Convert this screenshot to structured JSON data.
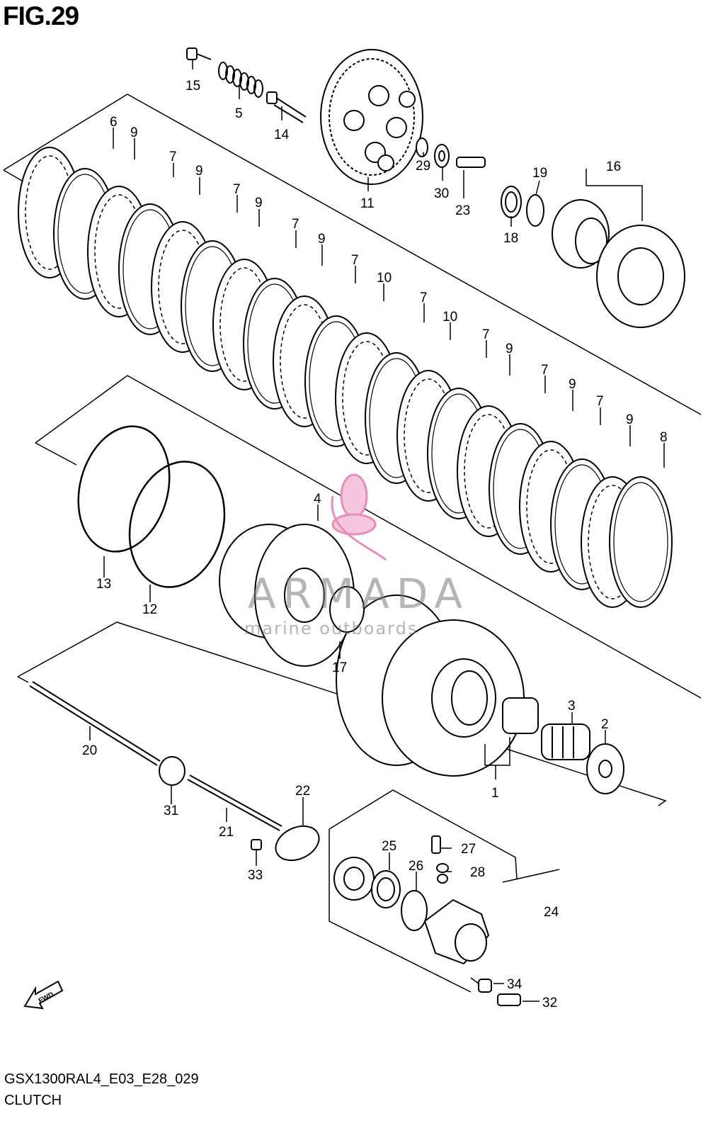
{
  "figure": {
    "title": "FIG.29",
    "model_code": "GSX1300RAL4_E03_E28_029",
    "name": "CLUTCH"
  },
  "watermark": {
    "brand": "ARMADA",
    "tagline": "marine outboards",
    "color": "#e58fb8"
  },
  "fwd_label": "FWD",
  "callouts": [
    {
      "id": "c15",
      "label": "15"
    },
    {
      "id": "c5",
      "label": "5"
    },
    {
      "id": "c14",
      "label": "14"
    },
    {
      "id": "c11",
      "label": "11"
    },
    {
      "id": "c29",
      "label": "29"
    },
    {
      "id": "c30",
      "label": "30"
    },
    {
      "id": "c23",
      "label": "23"
    },
    {
      "id": "c18",
      "label": "18"
    },
    {
      "id": "c19",
      "label": "19"
    },
    {
      "id": "c16",
      "label": "16"
    },
    {
      "id": "c6",
      "label": "6"
    },
    {
      "id": "c9a",
      "label": "9"
    },
    {
      "id": "c7a",
      "label": "7"
    },
    {
      "id": "c9b",
      "label": "9"
    },
    {
      "id": "c7b",
      "label": "7"
    },
    {
      "id": "c9c",
      "label": "9"
    },
    {
      "id": "c7c",
      "label": "7"
    },
    {
      "id": "c9d",
      "label": "9"
    },
    {
      "id": "c7d",
      "label": "7"
    },
    {
      "id": "c10a",
      "label": "10"
    },
    {
      "id": "c7e",
      "label": "7"
    },
    {
      "id": "c10b",
      "label": "10"
    },
    {
      "id": "c7f",
      "label": "7"
    },
    {
      "id": "c9e",
      "label": "9"
    },
    {
      "id": "c7g",
      "label": "7"
    },
    {
      "id": "c9f",
      "label": "9"
    },
    {
      "id": "c7h",
      "label": "7"
    },
    {
      "id": "c9g",
      "label": "9"
    },
    {
      "id": "c8",
      "label": "8"
    },
    {
      "id": "c4",
      "label": "4"
    },
    {
      "id": "c13",
      "label": "13"
    },
    {
      "id": "c12",
      "label": "12"
    },
    {
      "id": "c17",
      "label": "17"
    },
    {
      "id": "c3",
      "label": "3"
    },
    {
      "id": "c2",
      "label": "2"
    },
    {
      "id": "c1",
      "label": "1"
    },
    {
      "id": "c20",
      "label": "20"
    },
    {
      "id": "c31",
      "label": "31"
    },
    {
      "id": "c21",
      "label": "21"
    },
    {
      "id": "c22",
      "label": "22"
    },
    {
      "id": "c33",
      "label": "33"
    },
    {
      "id": "c25",
      "label": "25"
    },
    {
      "id": "c27",
      "label": "27"
    },
    {
      "id": "c28",
      "label": "28"
    },
    {
      "id": "c26",
      "label": "26"
    },
    {
      "id": "c24",
      "label": "24"
    },
    {
      "id": "c34",
      "label": "34"
    },
    {
      "id": "c32",
      "label": "32"
    }
  ]
}
